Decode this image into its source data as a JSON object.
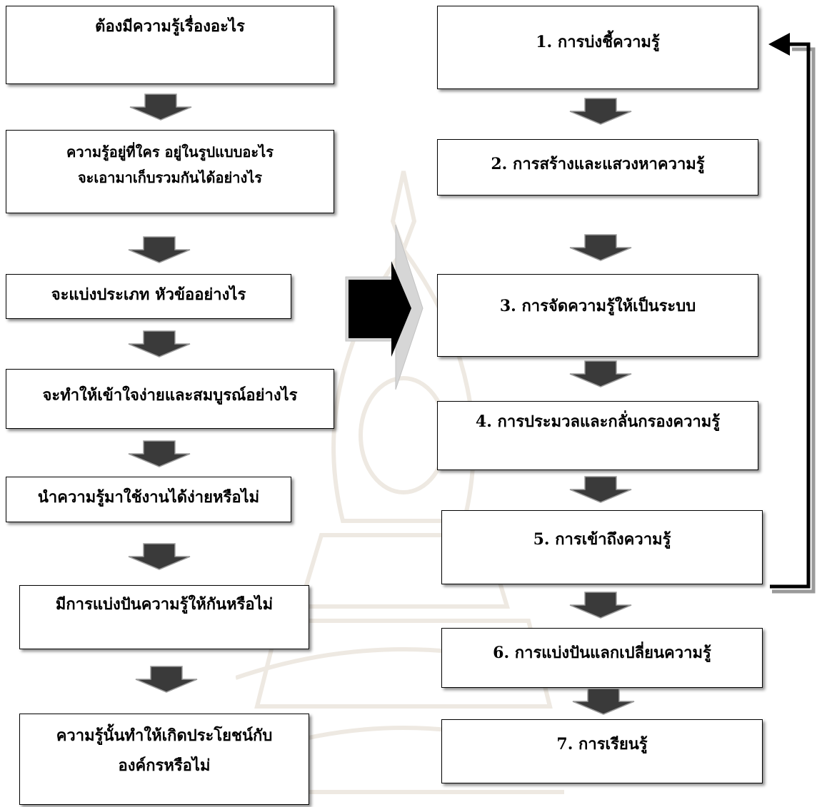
{
  "left_column": {
    "steps": [
      {
        "lines": [
          "ต้องมีความรู้เรื่องอะไร"
        ]
      },
      {
        "lines": [
          "ความรู้อยู่ที่ใคร  อยู่ในรูปแบบอะไร",
          "จะเอามาเก็บรวมกันได้อย่างไร"
        ]
      },
      {
        "lines": [
          "จะแบ่งประเภท หัวข้ออย่างไร"
        ]
      },
      {
        "lines": [
          "จะทำให้เข้าใจง่ายและสมบูรณ์อย่างไร"
        ]
      },
      {
        "lines": [
          "นำความรู้มาใช้งานได้ง่ายหรือไม่"
        ]
      },
      {
        "lines": [
          "มีการแบ่งปันความรู้ให้กันหรือไม่"
        ]
      },
      {
        "lines": [
          "ความรู้นั้นทำให้เกิดประโยชน์กับ",
          "องค์กรหรือไม่"
        ]
      }
    ]
  },
  "right_column": {
    "steps": [
      {
        "lines": [
          "1. การบ่งชี้ความรู้"
        ]
      },
      {
        "lines": [
          "2. การสร้างและแสวงหาความรู้"
        ]
      },
      {
        "lines": [
          "3. การจัดความรู้ให้เป็นระบบ"
        ]
      },
      {
        "lines": [
          "4. การประมวลและกลั่นกรองความรู้"
        ]
      },
      {
        "lines": [
          "5. การเข้าถึงความรู้"
        ]
      },
      {
        "lines": [
          "6. การแบ่งปันแลกเปลี่ยนความรู้"
        ]
      },
      {
        "lines": [
          "7. การเรียนรู้"
        ]
      }
    ]
  },
  "colors": {
    "border": "#000000",
    "arrow_dark": "#3a3a3a",
    "arrow_light": "#bdbdbd",
    "background": "#ffffff"
  }
}
